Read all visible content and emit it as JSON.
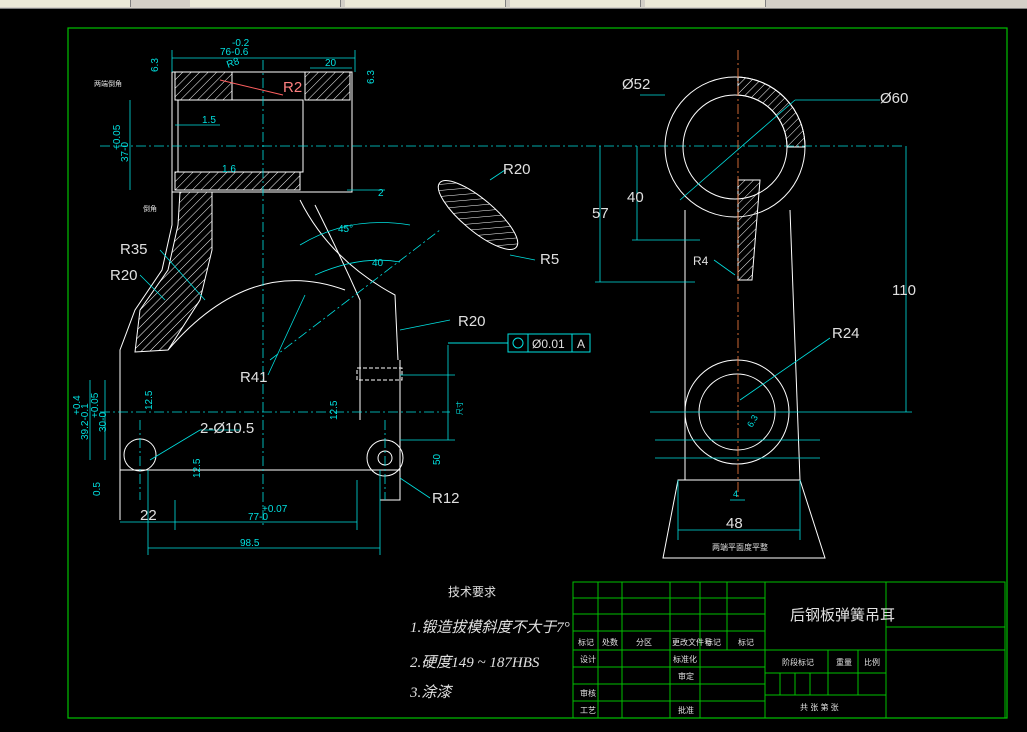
{
  "app": {
    "top_tabs": [
      "",
      "",
      "",
      "",
      ""
    ]
  },
  "colors": {
    "background": "#000000",
    "part_outline": "#ffffff",
    "frame": "#00c000",
    "dimension": "#00e0e0",
    "text": "#e0e0e0",
    "centerline": "#ff8040",
    "leader": "#ff6060"
  },
  "drawing": {
    "front_view": {
      "tolerance_top_upper": "-0.2",
      "tolerance_top_lower": "76-0.6",
      "dim_20": "20",
      "radius_r2": "R2",
      "radius_r8": "R8",
      "chamfer_label": "两端倒角",
      "dim_1_5": "1.5",
      "dim_37": "37-0",
      "dim_37_tol": "+0.05",
      "surface_1_6": "1.6",
      "surface_6_3_a": "6.3",
      "surface_6_3_b": "6.3",
      "small_note": "倒角",
      "dim_2": "2",
      "radius_r35": "R35",
      "radius_r20_left": "R20",
      "radius_r41": "R41",
      "radius_r20_mid": "R20",
      "radius_r20_lens": "R20",
      "radius_r5": "R5",
      "angle_45": "45°",
      "dim_40": "40",
      "gdt_value": "Ø0.01",
      "gdt_datum": "A",
      "dim_39": "39.2-0.1",
      "dim_39_tol": "+0.4",
      "dim_30": "30-0",
      "dim_30_tol": "+0.05",
      "surface_12_5_a": "12.5",
      "surface_12_5_b": "12.5",
      "surface_12_5_c": "12.5",
      "surface_0_5": "0.5",
      "holes": "2-Ø10.5",
      "surface_50": "50",
      "radius_r12": "R12",
      "dim_22": "22",
      "dim_77": "77-0",
      "dim_77_tol": "+0.07",
      "dim_98_5": "98.5",
      "side_note": "尺寸"
    },
    "side_view": {
      "dia_52": "Ø52",
      "dia_60": "Ø60",
      "dim_57": "57",
      "dim_40": "40",
      "radius_r4": "R4",
      "dim_110": "110",
      "radius_r24": "R24",
      "surface_6_3": "6.3",
      "dim_4": "4",
      "dim_48": "48",
      "bottom_note": "两端平面度平整"
    }
  },
  "notes": {
    "heading": "技术要求",
    "line1": "1.锻造拔模斜度不大于7°",
    "line2": "2.硬度149 ~ 187HBS",
    "line3": "3.涂漆"
  },
  "title_block": {
    "part_name": "后钢板弹簧吊耳",
    "row_headers": [
      "标记",
      "处数",
      "分区",
      "更改文件号",
      "标记",
      "标记"
    ],
    "designer": "设计",
    "standardization": "标准化",
    "stage_mark": "阶段标记",
    "weight": "重量",
    "scale": "比例",
    "approve": "审定",
    "review": "审核",
    "process": "工艺",
    "approve2": "批准",
    "sheets": "共 张 第 张"
  }
}
